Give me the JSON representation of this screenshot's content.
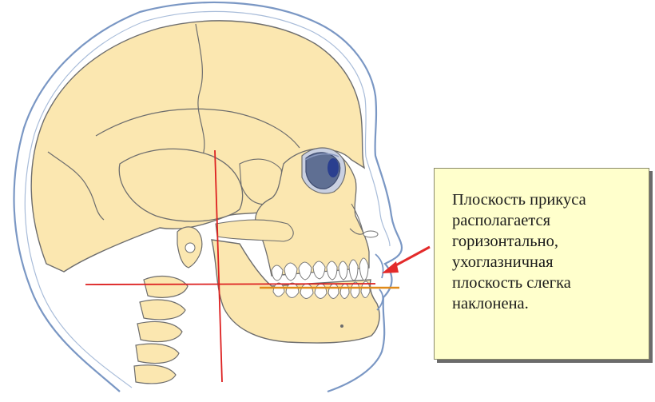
{
  "callout": {
    "lines": [
      "Плоскость прикуса",
      "располагается",
      "горизонтально,",
      "ухоглазничная",
      "плоскость слегка",
      "наклонена."
    ]
  },
  "colors": {
    "skin_outline": "#7a97c4",
    "bone_fill": "#fbe7b0",
    "bone_line": "#6d6d6d",
    "reference_lines": "#dd2020",
    "occlusal_plane": "#e08a1a",
    "arrow": "#e32a2a",
    "callout_bg": "#ffffcc",
    "eye": "#5f6f93"
  }
}
